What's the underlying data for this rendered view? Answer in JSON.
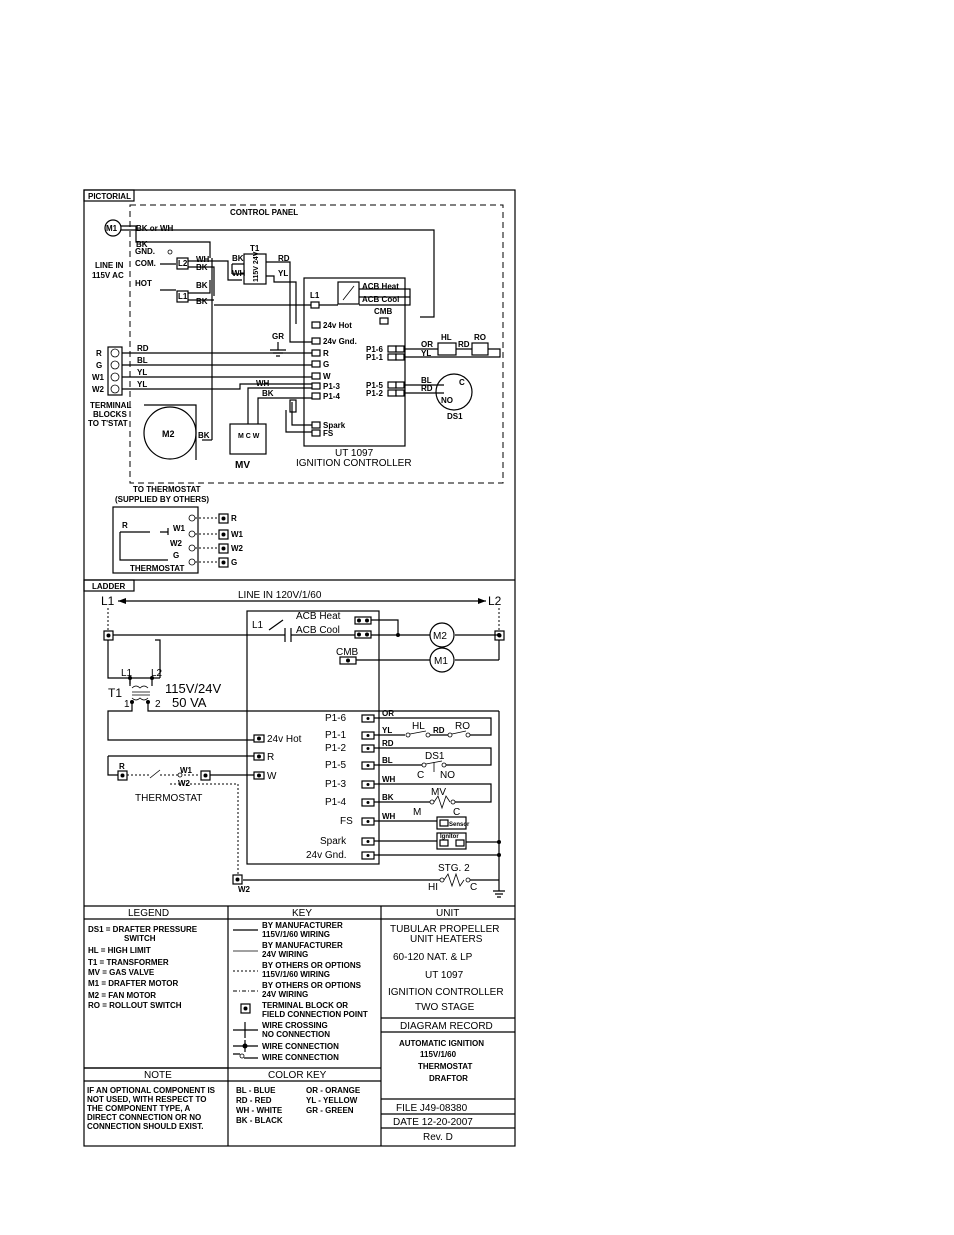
{
  "pictorial": {
    "tab": "PICTORIAL",
    "control_panel": "CONTROL PANEL",
    "m1": "M1",
    "m2": "M2",
    "mv": "MV",
    "mv_pins": "M C W",
    "t1": "T1",
    "t1_inner": "115V 24V",
    "l1": "L1",
    "l2": "L2",
    "line_in": "LINE IN",
    "line_in_2": "115V AC",
    "gnd": "GND.",
    "com": "COM.",
    "hot": "HOT",
    "terminals": [
      "R",
      "G",
      "W1",
      "W2"
    ],
    "terminal_blocks": [
      "TERMINAL",
      "BLOCKS",
      "TO T'STAT"
    ],
    "gr": "GR",
    "wire_labels": {
      "bk": "BK",
      "bk_or_wh": "BK or WH",
      "wh": "WH",
      "rd": "RD",
      "yl": "YL",
      "bl": "BL",
      "or": "OR"
    },
    "acb_heat": "ACB Heat",
    "acb_cool": "ACB Cool",
    "cmb": "CMB",
    "pins_left": [
      "24v Hot",
      "24v Gnd.",
      "R",
      "G",
      "W",
      "P1-3",
      "P1-4"
    ],
    "spark": "Spark",
    "fs": "FS",
    "pins_right": [
      "P1-6",
      "P1-1",
      "P1-5",
      "P1-2"
    ],
    "hl": "HL",
    "ro": "RO",
    "ds1": "DS1",
    "ds1_c": "C",
    "ds1_no": "NO",
    "controller_1": "UT 1097",
    "controller_2": "IGNITION CONTROLLER",
    "to_thermostat_1": "TO THERMOSTAT",
    "to_thermostat_2": "(SUPPLIED BY OTHERS)",
    "thermostat": "THERMOSTAT",
    "tstat_contacts": [
      "R",
      "W1",
      "W2",
      "G"
    ],
    "tstat_terms": [
      "R",
      "W1",
      "W2",
      "G"
    ]
  },
  "ladder": {
    "tab": "LADDER",
    "l1": "L1",
    "l2": "L2",
    "line_in": "LINE IN 120V/1/60",
    "acb_heat": "ACB Heat",
    "acb_cool": "ACB Cool",
    "cmb": "CMB",
    "m1": "M1",
    "m2": "M2",
    "t1": "T1",
    "t1_l1": "L1",
    "t1_l2": "L2",
    "t1_1": "1",
    "t1_2": "2",
    "t1_rating_1": "115V/24V",
    "t1_rating_2": "50 VA",
    "hot24": "24v Hot",
    "r": "R",
    "w": "W",
    "thermostat": "THERMOSTAT",
    "tstat_r": "R",
    "tstat_w1": "W1",
    "tstat_w2": "W2",
    "p1_labels": [
      "P1-6",
      "P1-1",
      "P1-2",
      "P1-5",
      "P1-3",
      "P1-4"
    ],
    "fs": "FS",
    "spark": "Spark",
    "gnd24": "24v Gnd.",
    "wires": [
      "OR",
      "YL",
      "RD",
      "BL",
      "WH",
      "BK",
      "WH"
    ],
    "hl": "HL",
    "rd": "RD",
    "ro": "RO",
    "ds1": "DS1",
    "ds1_c": "C",
    "ds1_no": "NO",
    "mv": "MV",
    "mv_m": "M",
    "mv_c": "C",
    "sensor": "Sensor",
    "ignitor": "Ignitor",
    "stg2": "STG. 2",
    "hi": "HI",
    "c": "C",
    "w2": "W2"
  },
  "legend": {
    "title": "LEGEND",
    "items": [
      "DS1 = DRAFTER PRESSURE",
      "SWITCH",
      "HL = HIGH LIMIT",
      "T1 = TRANSFORMER",
      "MV = GAS VALVE",
      "M1 = DRAFTER MOTOR",
      "M2 = FAN MOTOR",
      "RO = ROLLOUT SWITCH"
    ]
  },
  "key": {
    "title": "KEY",
    "items": [
      "BY MANUFACTURER",
      "115V/1/60 WIRING",
      "BY MANUFACTURER",
      "24V WIRING",
      "BY OTHERS OR OPTIONS",
      "115V/1/60 WIRING",
      "BY OTHERS OR OPTIONS",
      "24V WIRING",
      "TERMINAL BLOCK OR",
      "FIELD CONNECTION POINT",
      "WIRE CROSSING",
      "NO CONNECTION",
      "WIRE CONNECTION",
      "WIRE CONNECTION"
    ]
  },
  "unit": {
    "title": "UNIT",
    "lines": [
      "TUBULAR PROPELLER",
      "UNIT HEATERS",
      "60-120 NAT. & LP",
      "UT 1097",
      "IGNITION CONTROLLER",
      "TWO STAGE"
    ]
  },
  "diagram_record": {
    "title": "DIAGRAM RECORD",
    "lines": [
      "AUTOMATIC  IGNITION",
      "115V/1/60",
      "THERMOSTAT",
      "DRAFTOR"
    ]
  },
  "note": {
    "title": "NOTE",
    "lines": [
      "IF AN OPTIONAL COMPONENT IS",
      "NOT USED, WITH RESPECT TO",
      "THE COMPONENT TYPE, A",
      "DIRECT CONNECTION OR NO",
      "CONNECTION SHOULD EXIST."
    ]
  },
  "color_key": {
    "title": "COLOR KEY",
    "left": [
      "BL - BLUE",
      "RD - RED",
      "WH - WHITE",
      "BK - BLACK"
    ],
    "right": [
      "OR - ORANGE",
      "YL - YELLOW",
      "GR - GREEN"
    ]
  },
  "file": "FILE  J49-08380",
  "date": "DATE  12-20-2007",
  "rev": "Rev. D"
}
